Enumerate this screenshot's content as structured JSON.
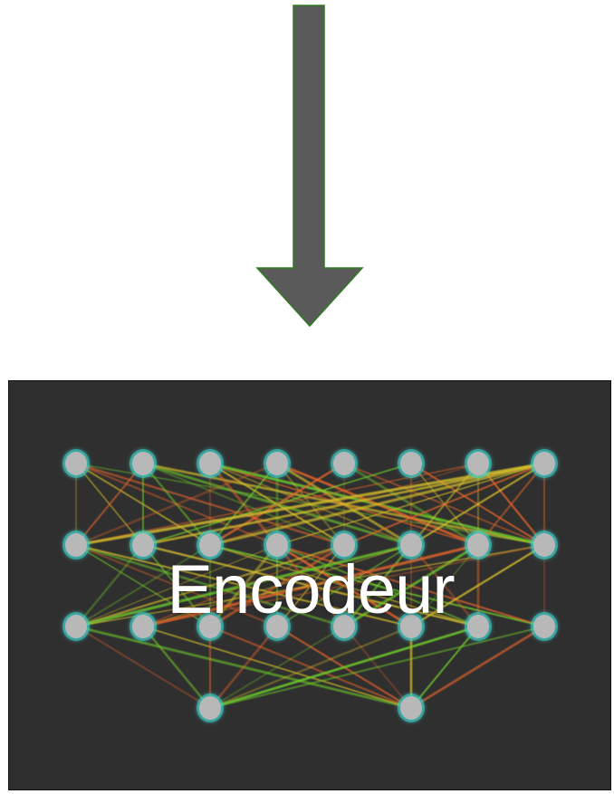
{
  "label": "Encodeur",
  "colors": {
    "arrow_fill": "#5a5a5a",
    "arrow_stroke": "#2e7d1f",
    "panel_background": "#2f2f2f",
    "node_fill": "#b8b8b8",
    "node_glow": "#3fd0c8",
    "edge_orange": "#e8662a",
    "edge_green": "#6fcf2a",
    "edge_yellow": "#d7c02a"
  },
  "network": {
    "layers": [
      8,
      8,
      8,
      2
    ]
  }
}
